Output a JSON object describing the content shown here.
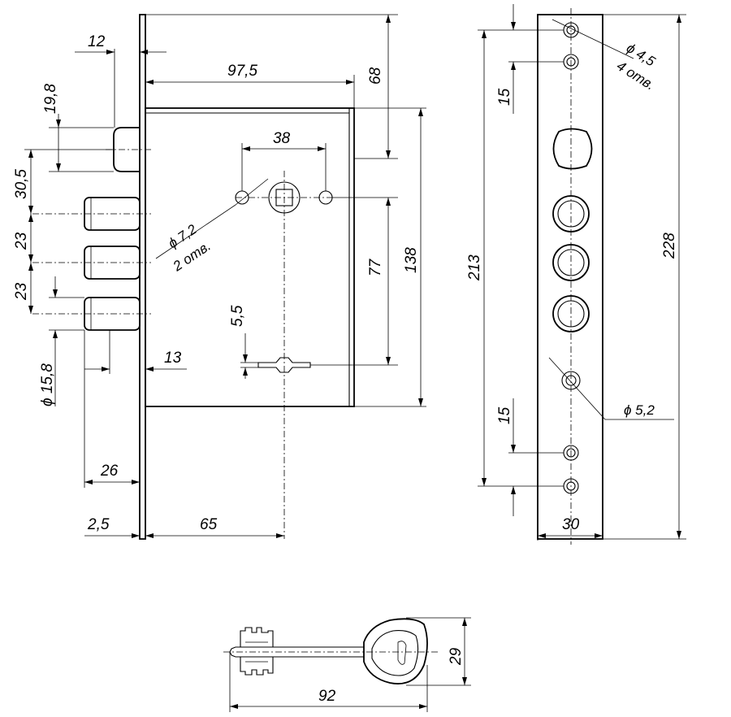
{
  "dimensions": {
    "d12": "12",
    "d97_5": "97,5",
    "d68": "68",
    "d19_8": "19,8",
    "d30_5": "30,5",
    "d38": "38",
    "d23a": "23",
    "d23b": "23",
    "d7_2": "ϕ 7,2",
    "d2otv": "2 отв.",
    "d77": "77",
    "d138": "138",
    "d5_5": "5,5",
    "d15_8": "ϕ 15,8",
    "d13": "13",
    "d26": "26",
    "d2_5": "2,5",
    "d65": "65",
    "d15top": "15",
    "d213": "213",
    "d4_5": "ϕ 4,5",
    "d4otv": "4 отв.",
    "d228": "228",
    "d15bot": "15",
    "d5_2": "ϕ 5,2",
    "d30": "30",
    "d29": "29",
    "d92": "92"
  }
}
